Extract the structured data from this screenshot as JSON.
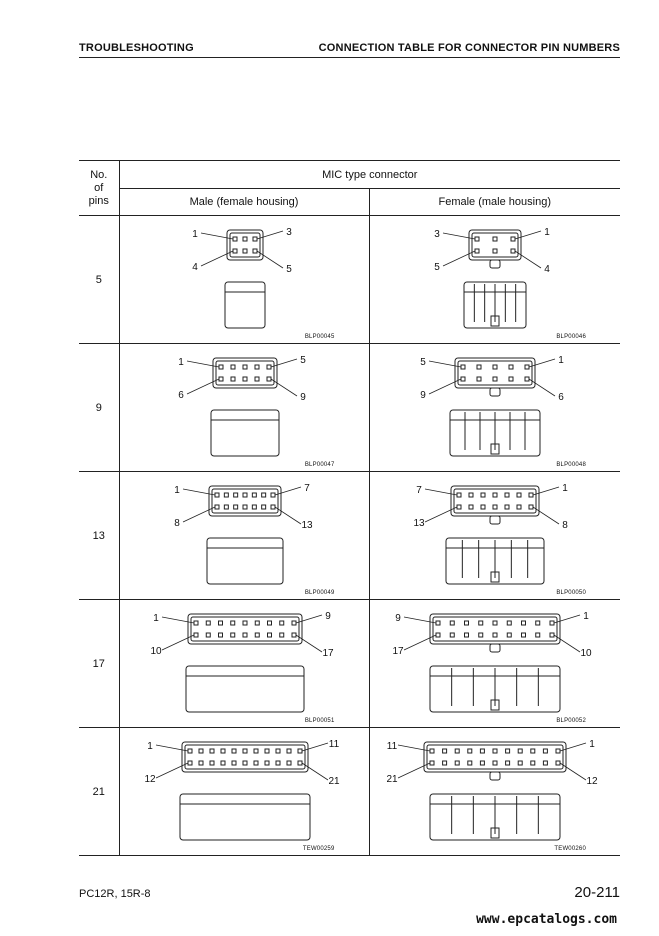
{
  "header": {
    "left": "TROUBLESHOOTING",
    "right": "CONNECTION TABLE FOR CONNECTOR PIN NUMBERS"
  },
  "table": {
    "col_pins": [
      "No.",
      "of",
      "pins"
    ],
    "col_type": "MIC type connector",
    "col_male": "Male (female housing)",
    "col_female": "Female (male housing)",
    "rows": [
      {
        "pins": "5",
        "male": {
          "labels": [
            "1",
            "3",
            "4",
            "5"
          ],
          "code": "BLP00045"
        },
        "female": {
          "labels": [
            "3",
            "1",
            "5",
            "4"
          ],
          "code": "BLP00046"
        }
      },
      {
        "pins": "9",
        "male": {
          "labels": [
            "1",
            "5",
            "6",
            "9"
          ],
          "code": "BLP00047"
        },
        "female": {
          "labels": [
            "5",
            "1",
            "9",
            "6"
          ],
          "code": "BLP00048"
        }
      },
      {
        "pins": "13",
        "male": {
          "labels": [
            "1",
            "7",
            "8",
            "13"
          ],
          "code": "BLP00049"
        },
        "female": {
          "labels": [
            "7",
            "1",
            "13",
            "8"
          ],
          "code": "BLP00050"
        }
      },
      {
        "pins": "17",
        "male": {
          "labels": [
            "1",
            "9",
            "10",
            "17"
          ],
          "code": "BLP00051"
        },
        "female": {
          "labels": [
            "9",
            "1",
            "17",
            "10"
          ],
          "code": "BLP00052"
        }
      },
      {
        "pins": "21",
        "male": {
          "labels": [
            "1",
            "11",
            "12",
            "21"
          ],
          "code": "TEW00259"
        },
        "female": {
          "labels": [
            "11",
            "1",
            "21",
            "12"
          ],
          "code": "TEW00260"
        }
      }
    ]
  },
  "footer": {
    "model": "PC12R, 15R-8",
    "page": "20-211",
    "watermark": "www.epcatalogs.com"
  }
}
